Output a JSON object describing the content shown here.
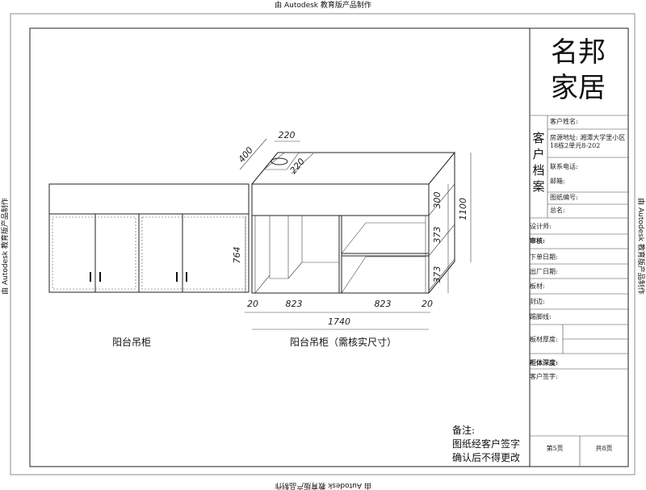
{
  "watermark": "由 Autodesk 教育版产品制作",
  "title_block": {
    "brand_line1": "名邦",
    "brand_line2": "家居",
    "section_label": [
      "客",
      "户",
      "档",
      "案"
    ],
    "customer_name": "客户姓名:",
    "address_line1": "房源地址: 湘潭大学里小区",
    "address_line2": "18栋2单元8-202",
    "phone": "联系电话:",
    "email": "邮箱:",
    "drawing_no": "图纸编号:",
    "total_name": "总名:",
    "designer": "设计师:",
    "reviewer": "审核:",
    "order_date": "下单日期:",
    "ship_date": "出厂日期:",
    "board": "板材:",
    "edge": "封边:",
    "kickboard": "踢脚线:",
    "board_thickness": "板材厚度:",
    "cabinet_depth": "柜体深度:",
    "customer_signature": "客户签字:",
    "page_current": "第5页",
    "page_total": "共8页"
  },
  "notes": {
    "title": "备注:",
    "line1": "图纸经客户签字",
    "line2": "确认后不得更改"
  },
  "drawings": {
    "left_label": "阳台吊柜",
    "right_label": "阳台吊柜（需核实尺寸）",
    "dims": {
      "top_width": "220",
      "depth": "400",
      "hole_depth": "220",
      "top_height": "300",
      "shelf1": "373",
      "shelf2": "373",
      "total_height": "1100",
      "lower_height": "764",
      "side_left": "20",
      "bay_left": "823",
      "bay_right": "823",
      "side_right": "20",
      "total_width": "1740"
    }
  }
}
